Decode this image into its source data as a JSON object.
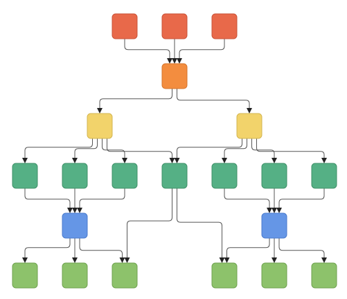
{
  "diagram": {
    "type": "hierarchy",
    "colors": {
      "red": "#E8694A",
      "orange": "#F38D3F",
      "yellow": "#F2D36B",
      "teal": "#55B085",
      "blue": "#6596E6",
      "green": "#8DC26B",
      "edge": "#555555"
    },
    "nodes": [
      {
        "id": "r1",
        "color": "red"
      },
      {
        "id": "r2",
        "color": "red"
      },
      {
        "id": "r3",
        "color": "red"
      },
      {
        "id": "o1",
        "color": "orange"
      },
      {
        "id": "y1",
        "color": "yellow"
      },
      {
        "id": "y2",
        "color": "yellow"
      },
      {
        "id": "t1",
        "color": "teal"
      },
      {
        "id": "t2",
        "color": "teal"
      },
      {
        "id": "t3",
        "color": "teal"
      },
      {
        "id": "t4",
        "color": "teal"
      },
      {
        "id": "t5",
        "color": "teal"
      },
      {
        "id": "t6",
        "color": "teal"
      },
      {
        "id": "t7",
        "color": "teal"
      },
      {
        "id": "b1",
        "color": "blue"
      },
      {
        "id": "b2",
        "color": "blue"
      },
      {
        "id": "g1",
        "color": "green"
      },
      {
        "id": "g2",
        "color": "green"
      },
      {
        "id": "g3",
        "color": "green"
      },
      {
        "id": "g4",
        "color": "green"
      },
      {
        "id": "g5",
        "color": "green"
      },
      {
        "id": "g6",
        "color": "green"
      }
    ],
    "edges": [
      [
        "r1",
        "o1"
      ],
      [
        "r2",
        "o1"
      ],
      [
        "r3",
        "o1"
      ],
      [
        "o1",
        "y1"
      ],
      [
        "o1",
        "y2"
      ],
      [
        "y1",
        "t1"
      ],
      [
        "y1",
        "t2"
      ],
      [
        "y1",
        "t3"
      ],
      [
        "y1",
        "t4"
      ],
      [
        "y2",
        "t4"
      ],
      [
        "y2",
        "t5"
      ],
      [
        "y2",
        "t6"
      ],
      [
        "y2",
        "t7"
      ],
      [
        "t1",
        "b1"
      ],
      [
        "t2",
        "b1"
      ],
      [
        "t3",
        "b1"
      ],
      [
        "t5",
        "b2"
      ],
      [
        "t6",
        "b2"
      ],
      [
        "t7",
        "b2"
      ],
      [
        "b1",
        "g1"
      ],
      [
        "b1",
        "g2"
      ],
      [
        "b1",
        "g3"
      ],
      [
        "t4",
        "g3"
      ],
      [
        "t4",
        "g4"
      ],
      [
        "b2",
        "g4"
      ],
      [
        "b2",
        "g5"
      ],
      [
        "b2",
        "g6"
      ]
    ]
  }
}
